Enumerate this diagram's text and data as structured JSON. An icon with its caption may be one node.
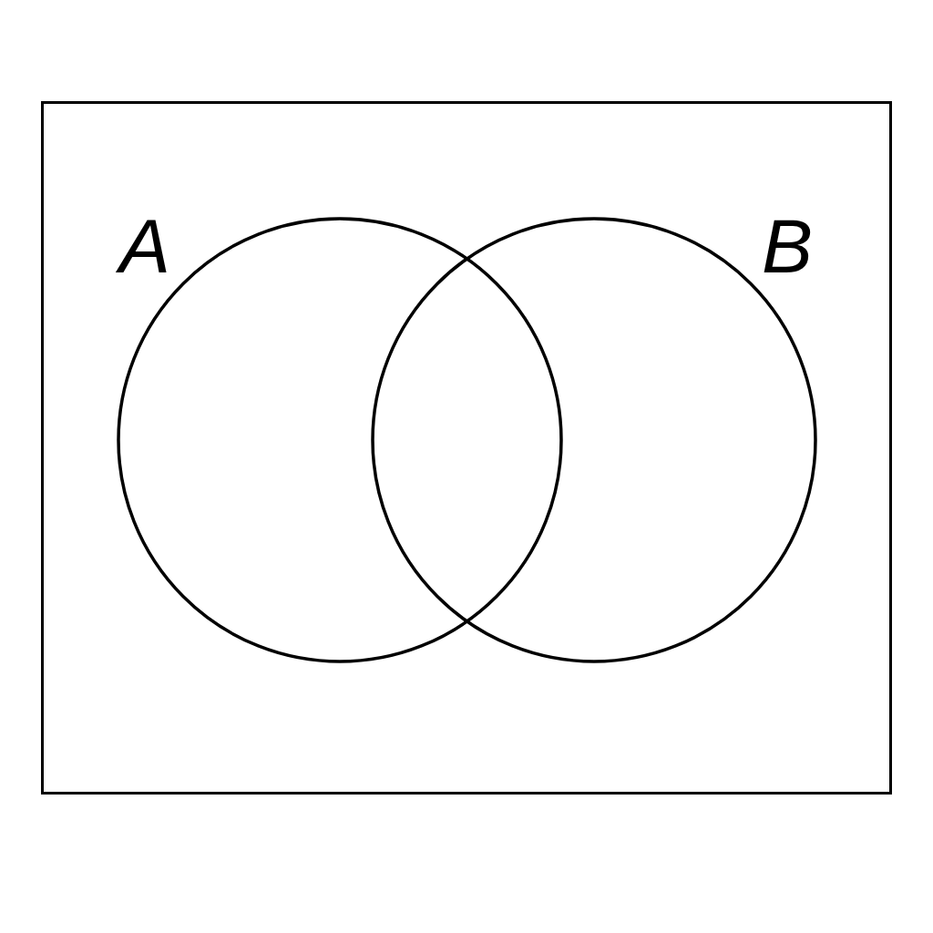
{
  "diagram": {
    "nodes": [
      {
        "text": [],
        "shape": "box"
      },
      {
        "text": [
          "A"
        ],
        "in": 0
      },
      {
        "text": [
          "B"
        ],
        "in": 0
      }
    ]
  }
}
